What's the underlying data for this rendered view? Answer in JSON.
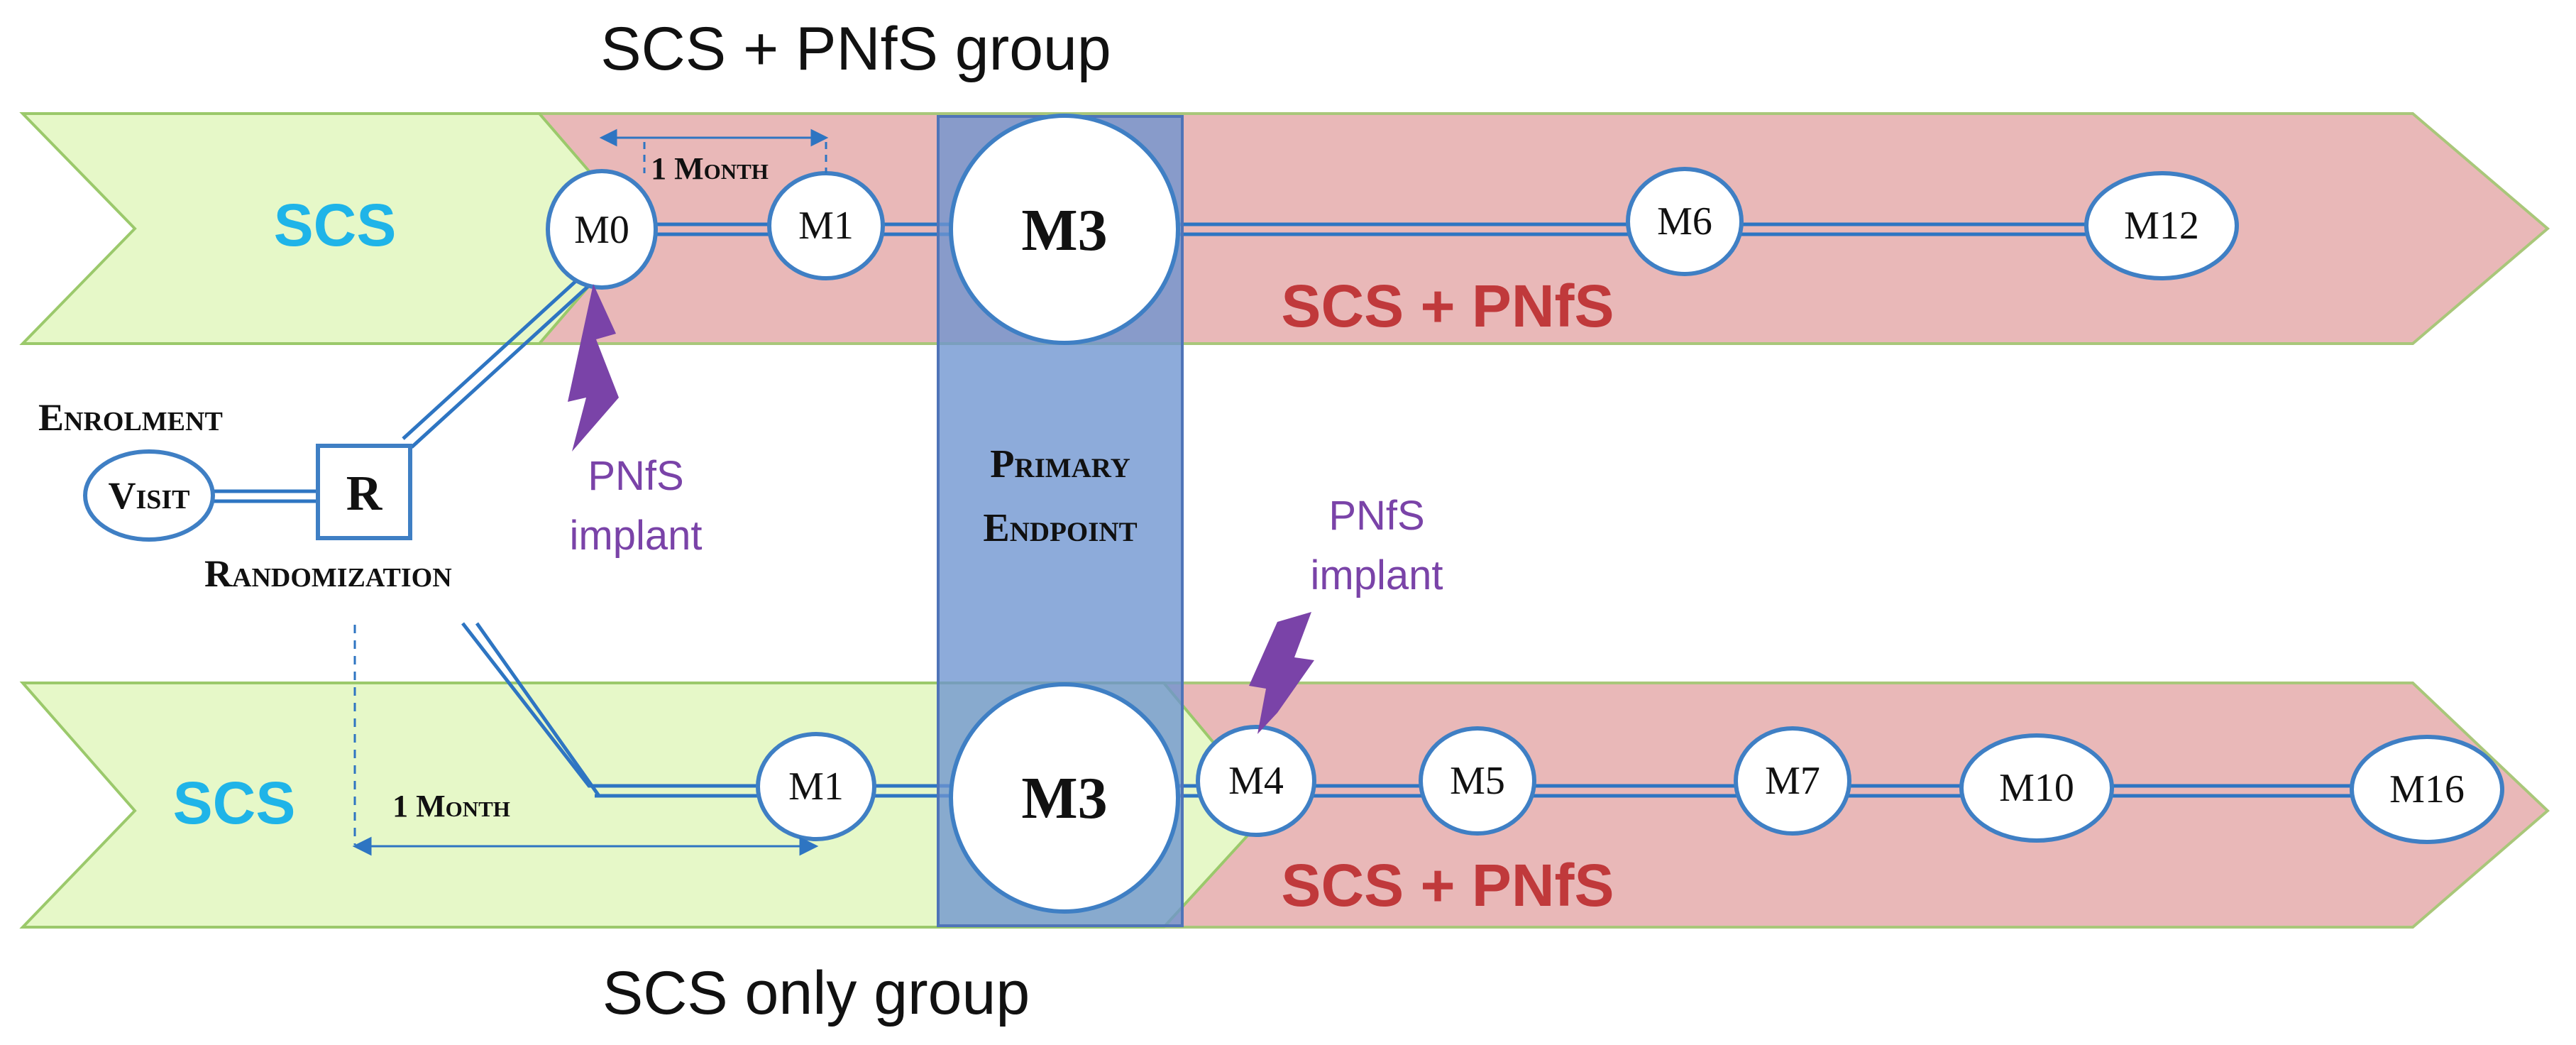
{
  "colors": {
    "scs_fill": "#e6f8c8",
    "scs_stroke": "#9bc96b",
    "pnfs_fill": "#e9b8b8",
    "pnfs_stroke": "#a9c77a",
    "line_blue": "#2e75c2",
    "endpoint_fill": "#6d93cf",
    "scs_text": "#1fb4e8",
    "pnfs_text": "#c0393b",
    "implant_purple": "#7a43a8",
    "node_stroke": "#3f7fc4"
  },
  "titles": {
    "top_group": "SCS + PNfS group",
    "bottom_group": "SCS only group"
  },
  "top_arm": {
    "scs_label": "SCS",
    "pnfs_label": "SCS + PNfS",
    "interval_label": "1 Month",
    "nodes": [
      "M0",
      "M1",
      "M3",
      "M6",
      "M12"
    ],
    "implant_text": "PNfS\nimplant",
    "implant_line1": "PNfS",
    "implant_line2": "implant"
  },
  "bottom_arm": {
    "scs_label": "SCS",
    "pnfs_label": "SCS + PNfS",
    "interval_label": "1 Month",
    "nodes": [
      "M1",
      "M3",
      "M4",
      "M5",
      "M7",
      "M10",
      "M16"
    ],
    "implant_line1": "PNfS",
    "implant_line2": "implant"
  },
  "enrolment": {
    "label": "Enrolment",
    "visit": "Visit"
  },
  "randomization": {
    "box": "R",
    "label": "Randomization"
  },
  "primary_endpoint": {
    "line1": "Primary",
    "line2": "Endpoint"
  }
}
